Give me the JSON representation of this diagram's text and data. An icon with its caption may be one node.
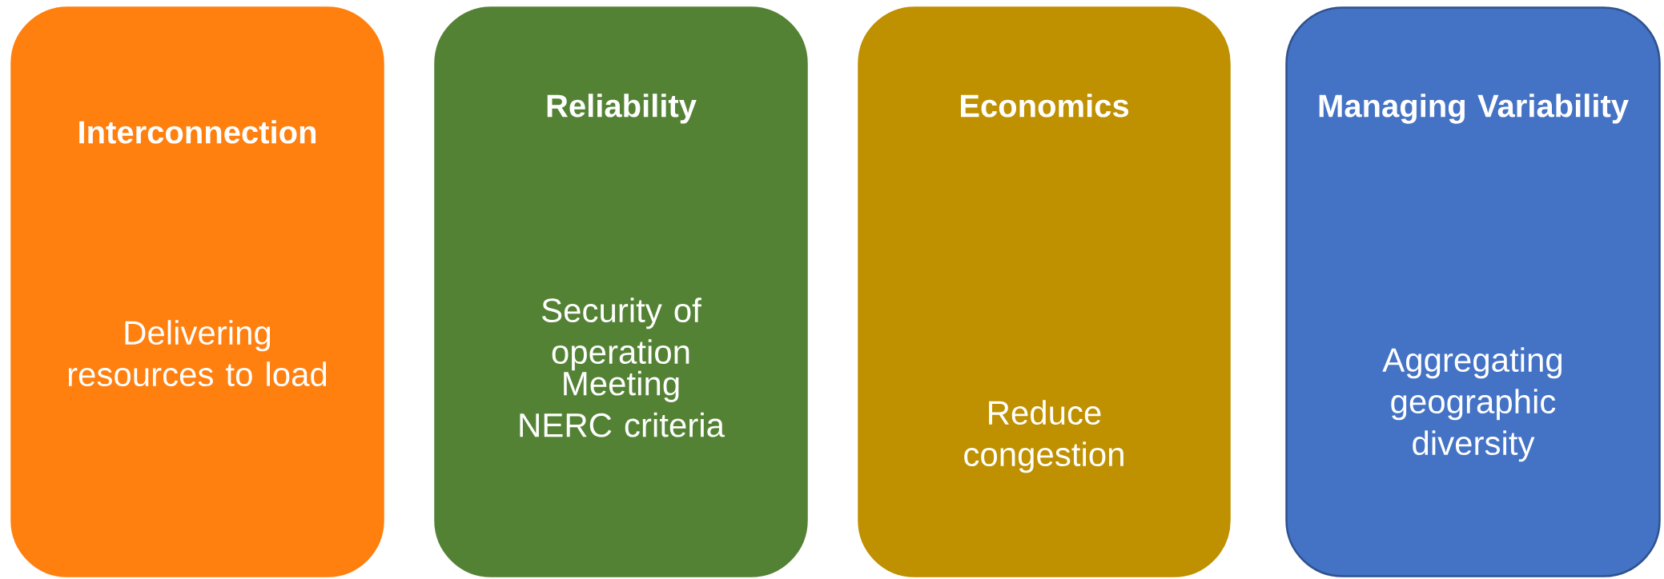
{
  "diagram": {
    "nodes": [
      {
        "text": [
          "Interconnection",
          "Delivering resources to load"
        ]
      },
      {
        "text": [
          "Reliability",
          "Security of operation",
          "Meeting NERC criteria"
        ]
      },
      {
        "text": [
          "Economics",
          "Reduce congestion"
        ]
      },
      {
        "text": [
          "Managing Variability",
          "Aggregating geographic diversity"
        ]
      }
    ]
  }
}
